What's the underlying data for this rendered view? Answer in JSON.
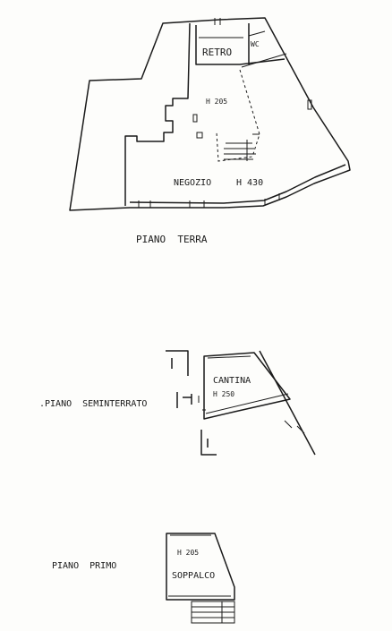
{
  "sections": {
    "ground": {
      "title": "PIANO  TERRA",
      "rooms": {
        "retro": "RETRO",
        "wc": "WC",
        "height_label": "H 205",
        "shop": "NEGOZIO",
        "shop_height": "H 430"
      }
    },
    "basement": {
      "title": ".PIANO  SEMINTERRATO",
      "rooms": {
        "cellar": "CANTINA",
        "cellar_height": "H 250"
      }
    },
    "first": {
      "title": "PIANO  PRIMO",
      "rooms": {
        "height_label": "H 205",
        "mezzanine": "SOPPALCO"
      }
    }
  }
}
